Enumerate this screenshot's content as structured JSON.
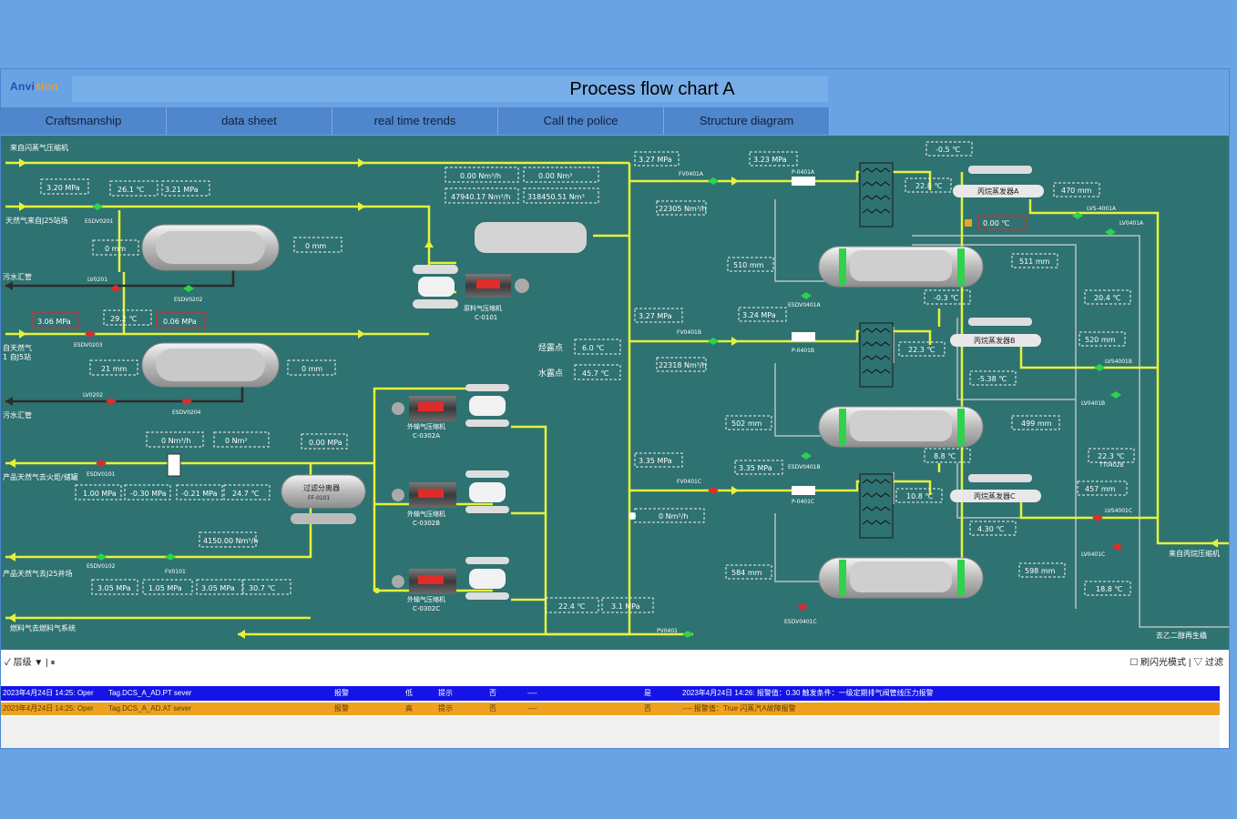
{
  "app": {
    "logo_text": "Anvi",
    "logo_accent": "sion",
    "title": "Process flow chart A"
  },
  "nav": [
    {
      "label": "Craftsmanship"
    },
    {
      "label": "data sheet"
    },
    {
      "label": "real time trends"
    },
    {
      "label": "Call the police"
    },
    {
      "label": "Structure diagram"
    }
  ],
  "colors": {
    "canvas": "#2e7271",
    "pipe": "#e6f23a",
    "pipe_dark": "#3a3a3a",
    "valve_green": "#2fd24a",
    "valve_red": "#e02b2b",
    "alarm_high": "#1414e8",
    "alarm_low": "#efa21f"
  },
  "diagram": {
    "labels": {
      "in_gas": "来自闪蒸气压缩机",
      "in_gas2": "天然气来自J25站场",
      "esdv0201": "ESDV0201",
      "lv0201": "LV0201",
      "esdv0202": "ESDV0202",
      "waste1": "污水汇管",
      "esdv0203": "ESDV0203",
      "gas_left": "自天然气",
      "gas_left2": "1 自J5站",
      "lv0202": "LV0202",
      "esdv0204": "ESDV0204",
      "waste2": "污水汇管",
      "esdv0101": "ESDV0101",
      "prod_gas": "产品天然气去火炬/储罐",
      "esdv0102": "ESDV0102",
      "fv0101": "FV0101",
      "prod_j25": "产品天然气去J25井场",
      "fuel": "燃料气去燃料气系统",
      "raw_comp": "原料气压缩机",
      "raw_comp_tag": "C-0101",
      "filter": "过滤分离器",
      "filter_tag": "FF-0101",
      "boost_a": "外输气压缩机",
      "boost_a_tag": "C-0302A",
      "boost_b": "外输气压缩机",
      "boost_b_tag": "C-0302B",
      "boost_c": "外输气压缩机",
      "boost_c_tag": "C-0302C",
      "dew_hc": "烃露点",
      "dew_water": "水露点",
      "fv0401a": "FV0401A",
      "fv0401b": "FV0401B",
      "fv0401c": "FV0401C",
      "p0401a": "P-0401A",
      "p0401b": "P-0401B",
      "p0401c": "P-0401C",
      "esdv0401a": "ESDV0401A",
      "esdv0401b": "ESDV0401B",
      "esdv0401c": "ESDV0401C",
      "hx_a": "丙烷蒸发器A",
      "hx_b": "丙烷蒸发器B",
      "hx_c": "丙烷蒸发器C",
      "lv0401a": "LV0401A",
      "lvs4001a": "LVS-4001A",
      "lvs4001b": "LVS4001B",
      "lv0401b": "LV0401B",
      "tt0402b": "TT0402B",
      "lvs4001c": "LVS4001C",
      "lv0401c": "LV0401C",
      "in_right": "来自丙烷压缩机",
      "out_right": "去乙二醇再生橇",
      "pv0401": "PV0401"
    },
    "readouts": {
      "p_in": "3.20 MPa",
      "t_in": "26.1 ℃",
      "p_in2": "3.21 MPa",
      "level1_left": "0 mm",
      "level1_right": "0 mm",
      "p_sep2": "3.06 MPa",
      "t_sep2": "29.2 ℃",
      "p_sep2b": "0.06 MPa",
      "level2_left": "21 mm",
      "level2_right": "0 mm",
      "flow1": "0 Nm³/h",
      "flow2": "0 Nm³",
      "p_ff": "0.00 MPa",
      "rowa1": "1.00 MPa",
      "rowa2": "-0.30 MPa",
      "rowa3": "-0.21 MPa",
      "rowa4": "24.7 ℃",
      "flow_j25": "4150.00 Nm³/h",
      "rowb1": "3.05 MPa",
      "rowb2": "1.05 MPa",
      "rowb3": "3.05 MPa",
      "rowb4": "30.7 ℃",
      "tot1": "0.00 Nm³/h",
      "tot2": "0.00 Nm³",
      "tot3": "47940.17 Nm³/h",
      "tot4": "318450.51 Nm³",
      "dew_hc_val": "6.0 ℃",
      "dew_water_val": "45.7 ℃",
      "a_p1": "3.27 MPa",
      "a_p2": "3.23 MPa",
      "a_flow": "22305 Nm³/h",
      "a_t_top": "-0.5 ℃",
      "a_t1": "22.8 ℃",
      "a_t2": "0.00 ℃",
      "a_level_r": "470 mm",
      "a_level_l": "510 mm",
      "a_level_v": "511 mm",
      "a_t3": "-0.3 ℃",
      "a_t4": "20.4 ℃",
      "b_p1": "3.27 MPa",
      "b_p2": "3.24 MPa",
      "b_flow": "22318 Nm³/h",
      "b_t1": "22.3 ℃",
      "b_t2": "-5.38 ℃",
      "b_level_r": "520 mm",
      "b_level_l": "502 mm",
      "b_level_v": "499 mm",
      "b_t3": "8.8 ℃",
      "c_p1": "3.35 MPa",
      "c_p2": "3.35 MPa",
      "c_flow": "0 Nm³/h",
      "c_t1": "10.8 ℃",
      "c_t2": "4.30 ℃",
      "c_level_r": "457 mm",
      "c_t_r": "22.3 ℃",
      "c_level_l": "584 mm",
      "c_level_v": "598 mm",
      "c_t3": "18.8 ℃",
      "out_t": "22.4 ℃",
      "out_p": "3.1 MPa"
    }
  },
  "alarm_toolbar": {
    "left": "✓ 层级 ▼ | ⏸",
    "right": "☐ 刷闪光模式 | ▽ 过滤"
  },
  "alarm_rows": [
    {
      "time": "2023年4月24日 14:25: Oper",
      "tag": "Tag.DCS_A_AD.PT sever",
      "type": "报警",
      "level": "低",
      "status": "提示",
      "ack": "否",
      "dash": "----",
      "confirm": "是",
      "message": "2023年4月24日 14:26: 报警值：0.30  触发条件：一级定期排气阀管线压力报警"
    },
    {
      "time": "2023年4月24日 14:25: Oper",
      "tag": "Tag.DCS_A_AD.AT sever",
      "type": "报警",
      "level": "高",
      "status": "提示",
      "ack": "否",
      "dash": "----",
      "confirm": "否",
      "message": "----          报警值：True          闪蒸汽A故障报警"
    }
  ]
}
